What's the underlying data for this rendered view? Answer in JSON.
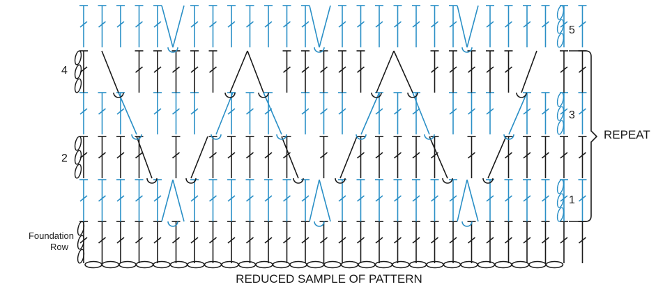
{
  "diagram": {
    "caption": "REDUCED SAMPLE OF PATTERN",
    "repeat_label": "REPEAT",
    "foundation_label_line1": "Foundation",
    "foundation_label_line2": "Row",
    "row_numbers": [
      "1",
      "2",
      "3",
      "4",
      "5"
    ],
    "stitch_columns": 28,
    "foundation_chain_count": 28,
    "colors": {
      "odd_rows": "#2a8fc6",
      "even_rows": "#1a1a1a"
    }
  }
}
